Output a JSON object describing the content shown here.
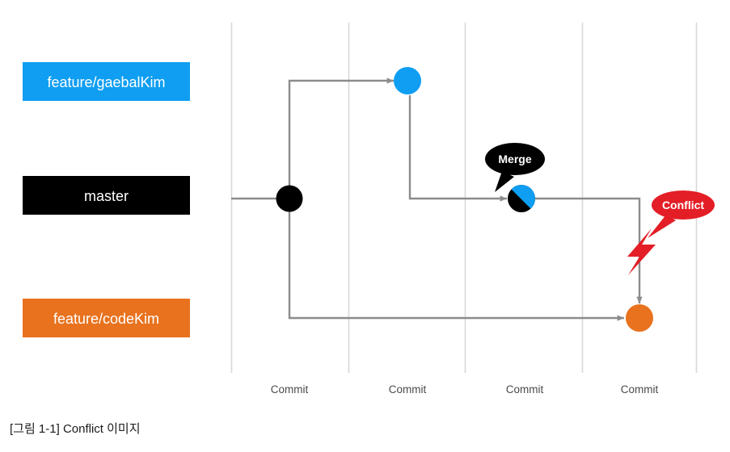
{
  "caption": "[그림 1-1] Conflict 이미지",
  "colors": {
    "blue": "#0f9ef2",
    "black": "#000000",
    "orange": "#e8721e",
    "red": "#e31e26",
    "gridline": "#d8d8d8",
    "edge": "#8c8c8c",
    "background": "#ffffff",
    "tick_label": "#4a4a4a"
  },
  "branches": [
    {
      "id": "feature-gaebalkim",
      "label": "feature/gaebalKim",
      "color": "#0f9ef2",
      "text_color": "#ffffff"
    },
    {
      "id": "master",
      "label": "master",
      "color": "#000000",
      "text_color": "#ffffff"
    },
    {
      "id": "feature-codekim",
      "label": "feature/codeKim",
      "color": "#e8721e",
      "text_color": "#ffffff"
    }
  ],
  "timeline": {
    "ticks": [
      {
        "label": "Commit"
      },
      {
        "label": "Commit"
      },
      {
        "label": "Commit"
      },
      {
        "label": "Commit"
      }
    ]
  },
  "nodes": [
    {
      "id": "master-base",
      "branch": "master",
      "kind": "commit",
      "fill": "solid-black"
    },
    {
      "id": "gaebalkim-commit",
      "branch": "feature/gaebalKim",
      "kind": "commit",
      "fill": "solid-blue"
    },
    {
      "id": "merge-commit",
      "branch": "master",
      "kind": "merge",
      "fill": "split-black-blue"
    },
    {
      "id": "codekim-commit",
      "branch": "feature/codeKim",
      "kind": "commit",
      "fill": "solid-orange"
    }
  ],
  "annotations": [
    {
      "id": "merge-callout",
      "label": "Merge",
      "shape": "ellipse-bubble",
      "color": "#000000"
    },
    {
      "id": "conflict-callout",
      "label": "Conflict",
      "shape": "ellipse-bubble",
      "color": "#e31e26"
    },
    {
      "id": "conflict-bolt",
      "label": "lightning-bolt",
      "shape": "bolt",
      "color": "#e31e26"
    }
  ]
}
